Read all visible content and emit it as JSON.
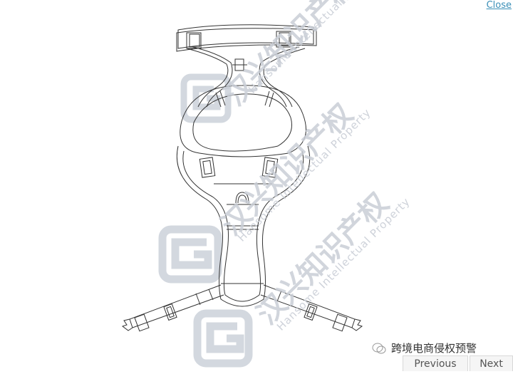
{
  "viewer": {
    "close_label": "Close",
    "previous_label": "Previous",
    "next_label": "Next"
  },
  "image": {
    "subject": "pet-harness-line-drawing",
    "watermark": {
      "chinese_text": "汉兴知识产权",
      "english_text": "Hansome Intellectual Property",
      "color": "#c9ced6"
    },
    "caption": {
      "icon": "wechat-icon",
      "text": "跨境电商侵权预警"
    }
  },
  "colors": {
    "link": "#3a8fb7",
    "button_bg": "#f5f5f5",
    "button_border": "#d8d8d8",
    "line_art": "#333333"
  }
}
